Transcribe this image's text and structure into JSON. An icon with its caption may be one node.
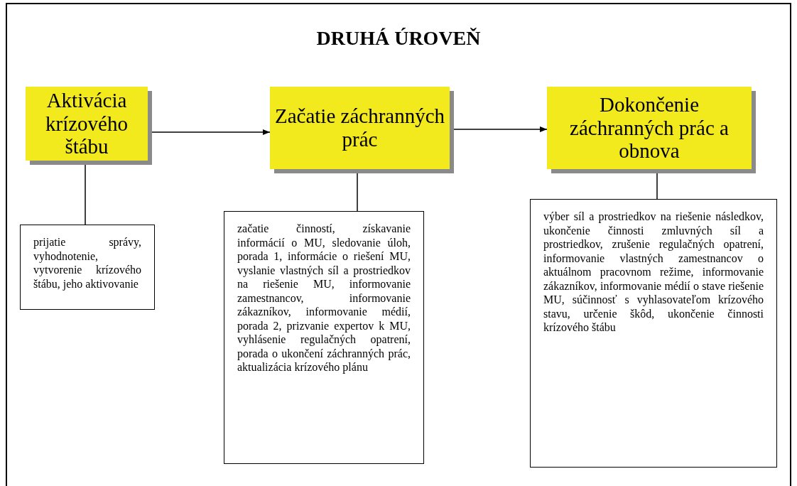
{
  "diagram": {
    "title": "DRUHÁ ÚROVEŇ",
    "nodes": [
      {
        "text": [
          "Aktivácia krízového štábu"
        ]
      },
      {
        "text": [
          "Začatie záchranných prác"
        ]
      },
      {
        "text": [
          "Dokončenie záchranných prác a obnova"
        ]
      },
      {
        "text": [
          "prijatie správy, vyhodnotenie, vytvorenie krízového štábu, jeho aktivovanie"
        ]
      },
      {
        "text": [
          "začatie činností, získavanie informácií o MU, sledovanie úloh, porada 1, informácie o riešení MU, vyslanie vlastných síl a prostriedkov na riešenie MU, informovanie zamestnancov, informovanie zákazníkov, informovanie médií, porada 2, prizvanie expertov k MU, vyhlásenie regulačných opatrení, porada o ukončení záchranných prác, aktualizácia krízového plánu"
        ]
      },
      {
        "text": [
          "výber síl a prostriedkov na riešenie následkov, ukončenie činnosti zmluvných síl a prostriedkov, zrušenie regulačných opatrení, informovanie vlastných zamestnancov o aktuálnom pracovnom režime, informovanie zákazníkov, informovanie médií o stave riešenie MU, súčinnosť s vyhlasovateľom krízového stavu, určenie škôd, ukončenie činnosti krízového štábu"
        ]
      }
    ],
    "edges": [
      {
        "from": 0,
        "to": 1,
        "arrow": "to"
      },
      {
        "from": 1,
        "to": 2,
        "arrow": "to"
      },
      {
        "from": 0,
        "to": 3,
        "arrow": "none"
      },
      {
        "from": 1,
        "to": 4,
        "arrow": "none"
      },
      {
        "from": 2,
        "to": 5,
        "arrow": "none"
      }
    ]
  }
}
